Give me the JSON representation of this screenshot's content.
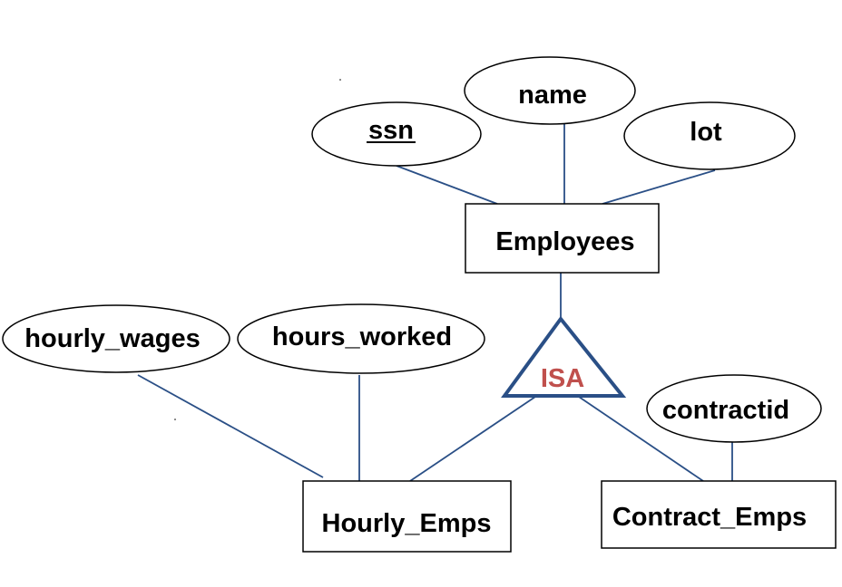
{
  "colors": {
    "line": "#2a4f86",
    "isa_stroke": "#2a4f86",
    "isa_text": "#c0504d",
    "box_stroke": "#000000"
  },
  "entities": {
    "employees": "Employees",
    "hourly_emps": "Hourly_Emps",
    "contract_emps": "Contract_Emps"
  },
  "attributes": {
    "ssn": "ssn",
    "name": "name",
    "lot": "lot",
    "hourly_wages": "hourly_wages",
    "hours_worked": "hours_worked",
    "contractid": "contractid"
  },
  "isa": "ISA"
}
